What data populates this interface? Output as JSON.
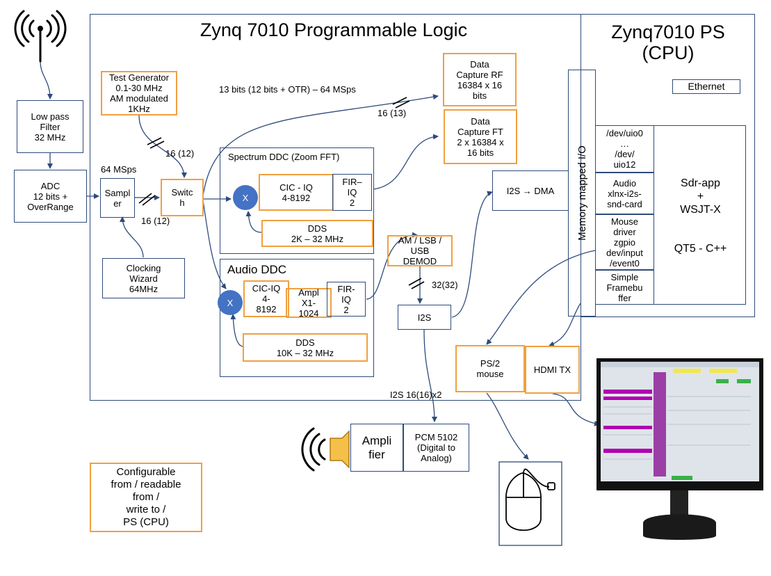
{
  "pl": {
    "title": "Zynq 7010 Programmable Logic",
    "spectrum_ddc_title": "Spectrum DDC (Zoom FFT)",
    "audio_ddc_title": "Audio DDC"
  },
  "ps": {
    "title": "Zynq7010 PS\n(CPU)",
    "ethernet": "Ethernet",
    "memory_mapped": "Memory mapped I/O",
    "uio": "/dev/uio0\n…\n/dev/\nuio12",
    "audio": "Audio\nxlnx-i2s-\nsnd-card",
    "mouse_driver": "Mouse\ndriver\nzgpio\ndev/input\n/event0",
    "framebuffer": "Simple\nFramebu\nffer",
    "sdr_app": "Sdr-app\n+\nWSJT-X",
    "qt": "QT5 - C++"
  },
  "blocks": {
    "lowpass": "Low pass\nFilter\n32 MHz",
    "adc": "ADC\n12 bits +\nOverRange",
    "test_gen": "Test Generator\n0.1-30 MHz\nAM modulated\n1KHz",
    "sampler": "Sampl\ner",
    "switch": "Switc\nh",
    "clocking": "Clocking\nWizard\n64MHz",
    "cic_spec": "CIC - IQ\n4-8192",
    "fir_spec": "FIR–\nIQ\n2",
    "dds_spec": "DDS\n2K – 32 MHz",
    "cic_audio": "CIC-IQ\n4-\n8192",
    "ampl_audio": "Ampl\nX1-\n1024",
    "fir_audio": "FIR-\nIQ\n2",
    "dds_audio": "DDS\n10K – 32 MHz",
    "data_rf": "Data\nCapture RF\n16384 x 16\nbits",
    "data_ft": "Data\nCapture FT\n2 x 16384 x\n16 bits",
    "i2s_dma": "I2S → DMA",
    "demod": "AM / LSB /\nUSB\nDEMOD",
    "i2s": "I2S",
    "ps2": "PS/2\nmouse",
    "hdmi": "HDMI TX",
    "amplifier": "Ampli\nfier",
    "pcm": "PCM 5102\n(Digital to\nAnalog)",
    "configurable": "Configurable\nfrom / readable\nfrom /\nwrite to /\nPS (CPU)",
    "mixer_symbol": "X"
  },
  "labels": {
    "msps": "64 MSps",
    "bits13": "13 bits (12 bits + OTR) – 64 MSps",
    "b16_13": "16 (13)",
    "b16_12_a": "16 (12)",
    "b16_12_b": "16 (12)",
    "b32_32": "32(32)",
    "i2s_out": "I2S 16(16)x2"
  },
  "colors": {
    "blue_border": "#2e4a7a",
    "orange_border": "#f0a040",
    "mixer_fill": "#4472c4",
    "speaker": "#f5c04a"
  }
}
